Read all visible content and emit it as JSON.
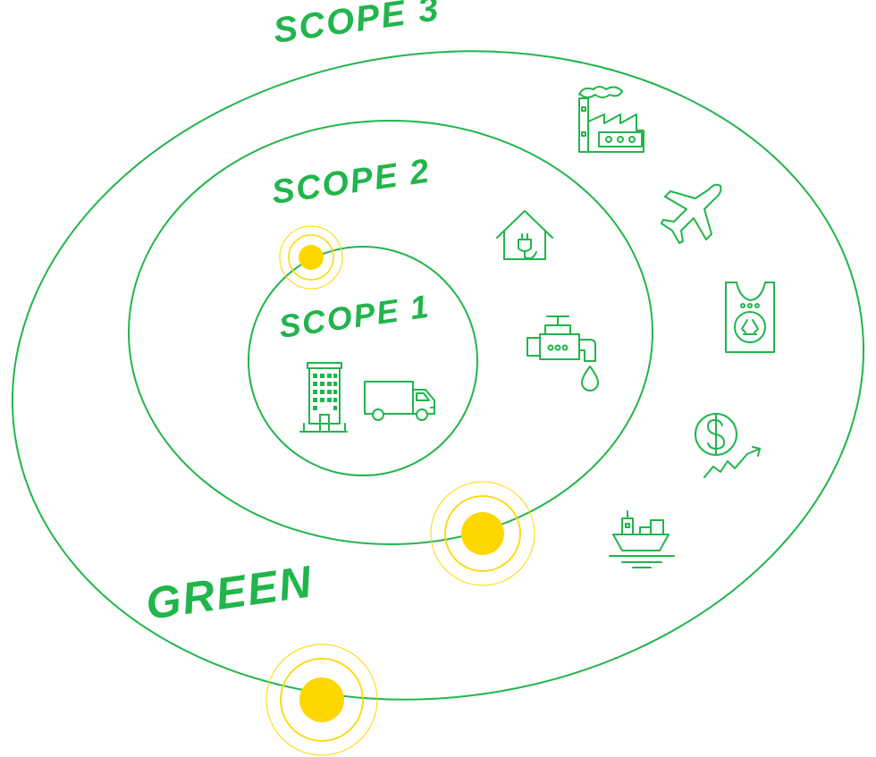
{
  "labels": {
    "scope1": "SCOPE 1",
    "scope2": "SCOPE 2",
    "scope3": "SCOPE 3",
    "brand": "GREEN"
  },
  "colors": {
    "line": "#21B54B",
    "text": "#21B54B",
    "dot": "#FFD700"
  },
  "icons": {
    "scope1": [
      "office-building-icon",
      "delivery-truck-icon"
    ],
    "scope2": [
      "house-plug-icon",
      "water-faucet-icon"
    ],
    "scope3": [
      "factory-icon",
      "airplane-icon",
      "recycle-bag-icon",
      "investment-growth-icon",
      "cargo-ship-icon"
    ]
  }
}
